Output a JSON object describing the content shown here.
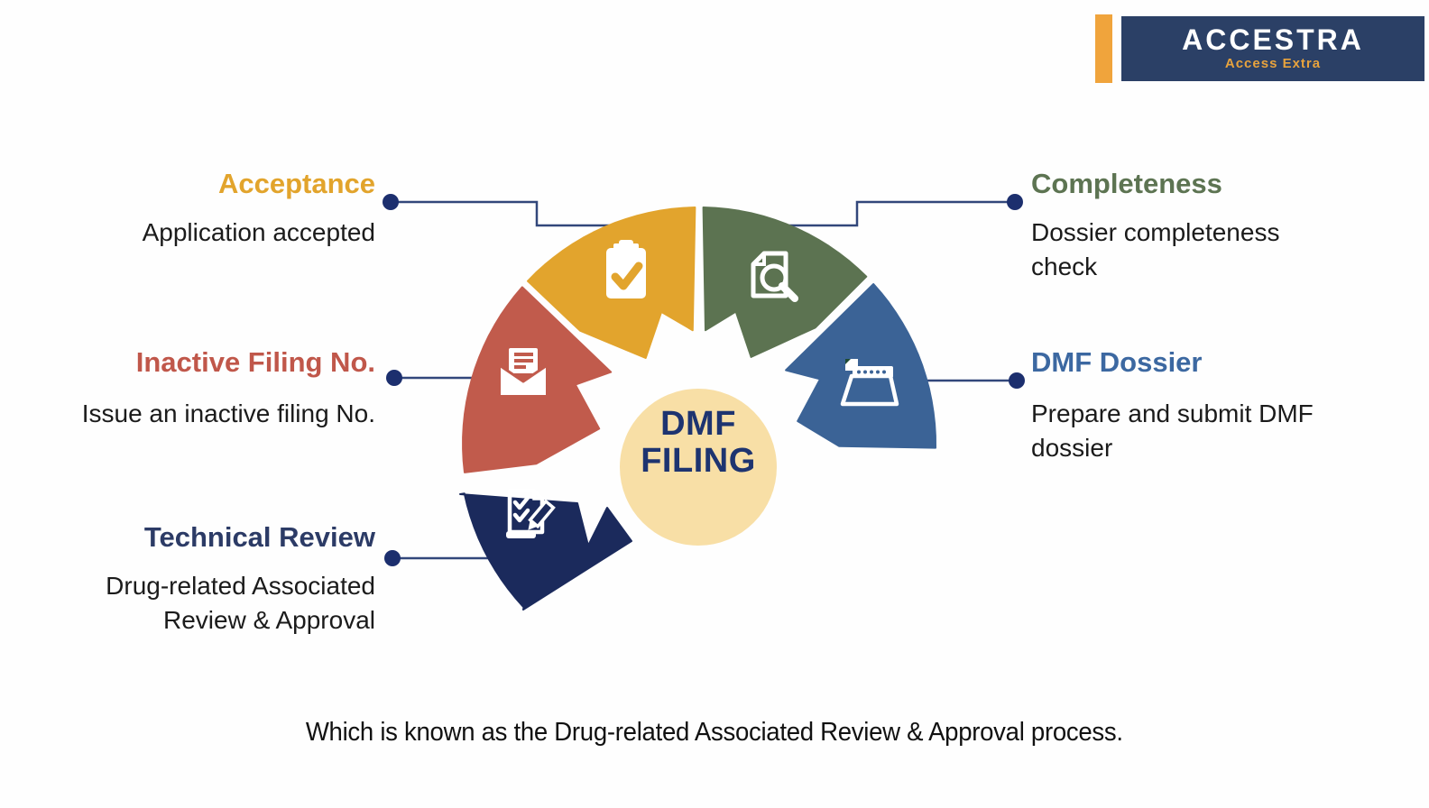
{
  "logo": {
    "brand": "ACCESTRA",
    "tagline": "Access Extra",
    "colors": {
      "bar": "#F0A43C",
      "box_bg": "#2B4066",
      "brand_text": "#FFFFFF",
      "tagline_text": "#E8A33D"
    }
  },
  "center": {
    "line1": "DMF",
    "line2": "FILING",
    "bg": "#F8DFA6",
    "text_color": "#1E3470"
  },
  "connector": {
    "line_color": "#32477B",
    "dot_color": "#1C2F6E"
  },
  "steps": [
    {
      "id": "acceptance",
      "title": "Acceptance",
      "desc": "Application accepted",
      "color": "#E2A42D",
      "title_color": "#E2A42C",
      "icon": "clipboard-check-icon"
    },
    {
      "id": "completeness",
      "title": "Completeness",
      "desc": "Dossier completeness check",
      "color": "#5C7351",
      "title_color": "#5D7452",
      "icon": "document-search-icon"
    },
    {
      "id": "inactive-filing-no",
      "title": "Inactive Filing No.",
      "desc": "Issue an inactive filing No.",
      "color": "#C15B4C",
      "title_color": "#C0574A",
      "icon": "envelope-letter-icon"
    },
    {
      "id": "dmf-dossier",
      "title": "DMF Dossier",
      "desc": "Prepare and submit DMF dossier",
      "color": "#3B6396",
      "title_color": "#3C68A1",
      "icon": "open-folder-icon"
    },
    {
      "id": "technical-review",
      "title": "Technical Review",
      "desc": "Drug-related Associated Review & Approval",
      "color": "#1B2A5C",
      "title_color": "#2C3B66",
      "icon": "checklist-pen-icon"
    }
  ],
  "caption": "Which is known as the Drug-related Associated Review & Approval process."
}
